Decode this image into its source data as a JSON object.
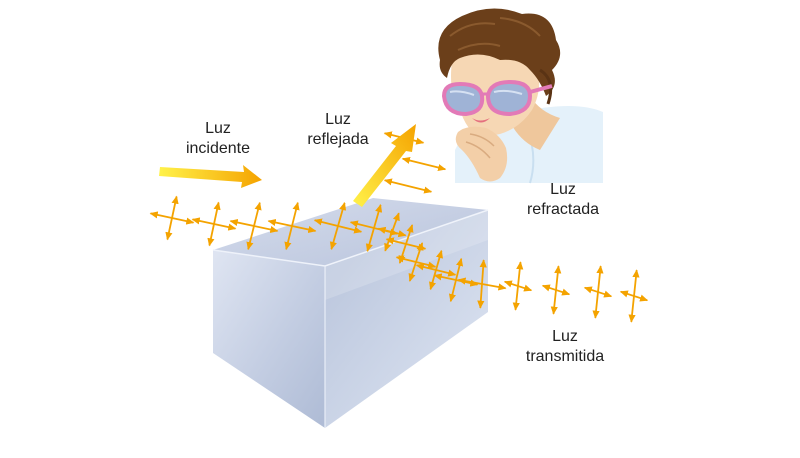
{
  "labels": {
    "incident": {
      "line1": "Luz",
      "line2": "incidente"
    },
    "reflected": {
      "line1": "Luz",
      "line2": "reflejada"
    },
    "refracted": {
      "line1": "Luz",
      "line2": "refractada"
    },
    "transmitted": {
      "line1": "Luz",
      "line2": "transmitida"
    }
  },
  "colors": {
    "wave": "#f4a300",
    "arrow_gradient_start": "#fff24a",
    "arrow_gradient_end": "#f5a300",
    "glass_top": "#c9d2e6",
    "glass_front": "#c2cde2",
    "glass_side": "#a6b4cf",
    "skin": "#f6d7b4",
    "hair": "#6b3f1a",
    "glasses_frame": "#e27ab7",
    "lens": "#9fb3d6",
    "shirt": "#e4f1fa"
  },
  "icons": {
    "viewer": "woman-with-polarized-sunglasses",
    "block": "glass-block",
    "wave_marker": "double-headed-cross-arrow"
  }
}
